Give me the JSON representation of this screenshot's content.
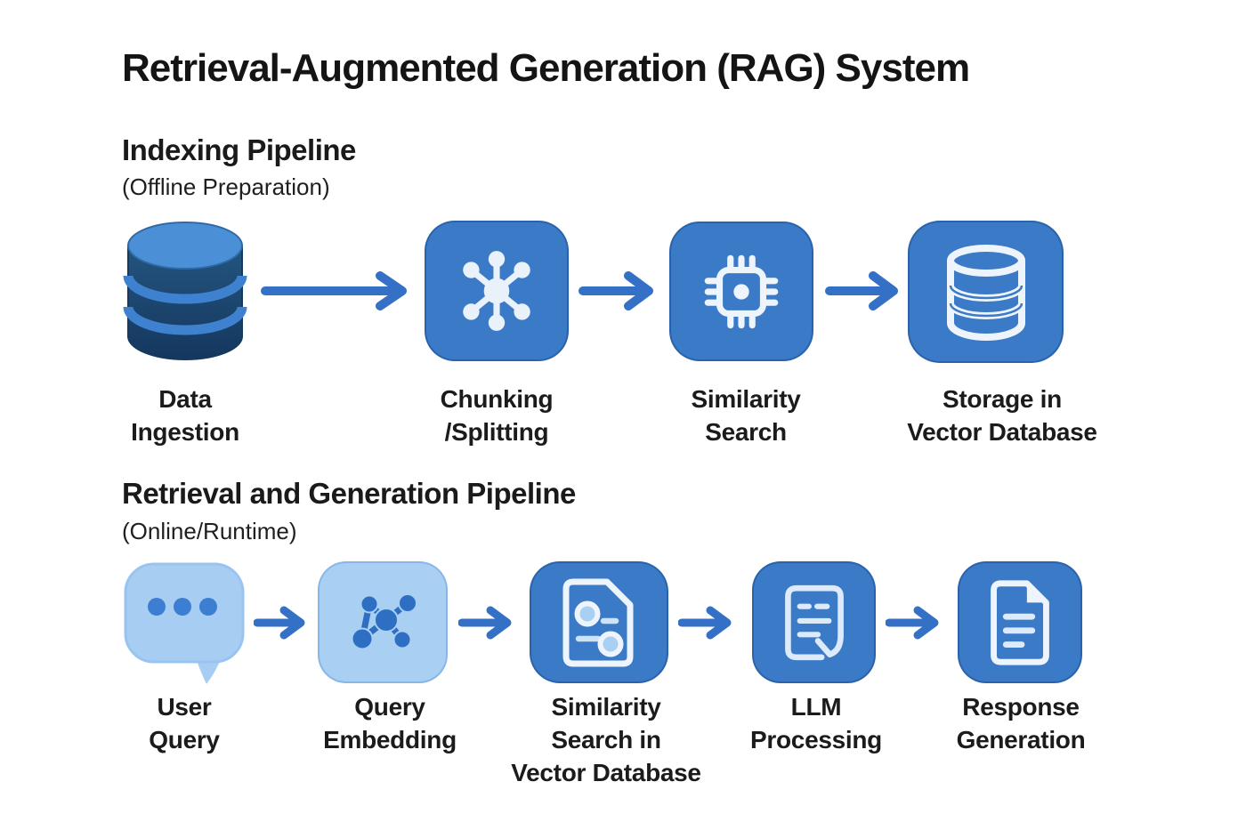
{
  "title": "Retrieval-Augmented Generation (RAG) System",
  "colors": {
    "tile_blue": "#3b7ac6",
    "tile_light_blue": "#a9cff3",
    "icon_white": "#eef4fc",
    "arrow_blue": "#3470c5",
    "db_body_dark": "#1f4e7d",
    "db_top_blue": "#4b90d6",
    "db_band_blue": "#3e82cf",
    "network_node_blue": "#2e6fc4",
    "text_dark": "#151515"
  },
  "sections": [
    {
      "heading": "Indexing Pipeline",
      "subheading": "(Offline Preparation)",
      "steps": [
        {
          "icon": "database-3d-icon",
          "label": "Data\nIngestion"
        },
        {
          "icon": "hub-spoke-icon",
          "label": "Chunking\n/Splitting"
        },
        {
          "icon": "chip-icon",
          "label": "Similarity\nSearch"
        },
        {
          "icon": "database-outline-icon",
          "label": "Storage in\nVector Database"
        }
      ]
    },
    {
      "heading": "Retrieval and Generation Pipeline",
      "subheading": "(Online/Runtime)",
      "steps": [
        {
          "icon": "chat-bubble-icon",
          "label": "User\nQuery"
        },
        {
          "icon": "network-graph-icon",
          "label": "Query\nEmbedding"
        },
        {
          "icon": "document-toggles-icon",
          "label": "Similarity\nSearch in\nVector Database"
        },
        {
          "icon": "document-lines-curl-icon",
          "label": "LLM\nProcessing"
        },
        {
          "icon": "document-text-icon",
          "label": "Response\nGeneration"
        }
      ]
    }
  ]
}
